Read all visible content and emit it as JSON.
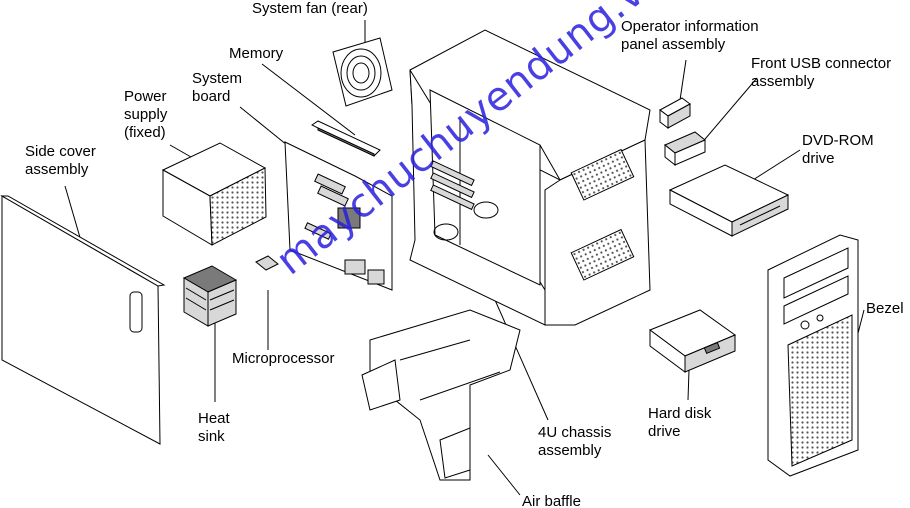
{
  "labels": {
    "system_fan": "System fan (rear)",
    "memory": "Memory",
    "system_board": [
      "System",
      "board"
    ],
    "power_supply": [
      "Power",
      "supply",
      "(fixed)"
    ],
    "side_cover": [
      "Side cover",
      "assembly"
    ],
    "operator_panel": [
      "Operator information",
      "panel assembly"
    ],
    "front_usb": [
      "Front USB connector",
      "assembly"
    ],
    "dvd_rom": [
      "DVD-ROM",
      "drive"
    ],
    "bezel": "Bezel",
    "microprocessor": "Microprocessor",
    "heat_sink": [
      "Heat",
      "sink"
    ],
    "hard_disk": [
      "Hard disk",
      "drive"
    ],
    "chassis": [
      "4U chassis",
      "assembly"
    ],
    "air_baffle": "Air baffle"
  },
  "watermark": "maychuchuyendung.vn",
  "colors": {
    "watermark": "#2a1fe0",
    "line": "#000000"
  }
}
